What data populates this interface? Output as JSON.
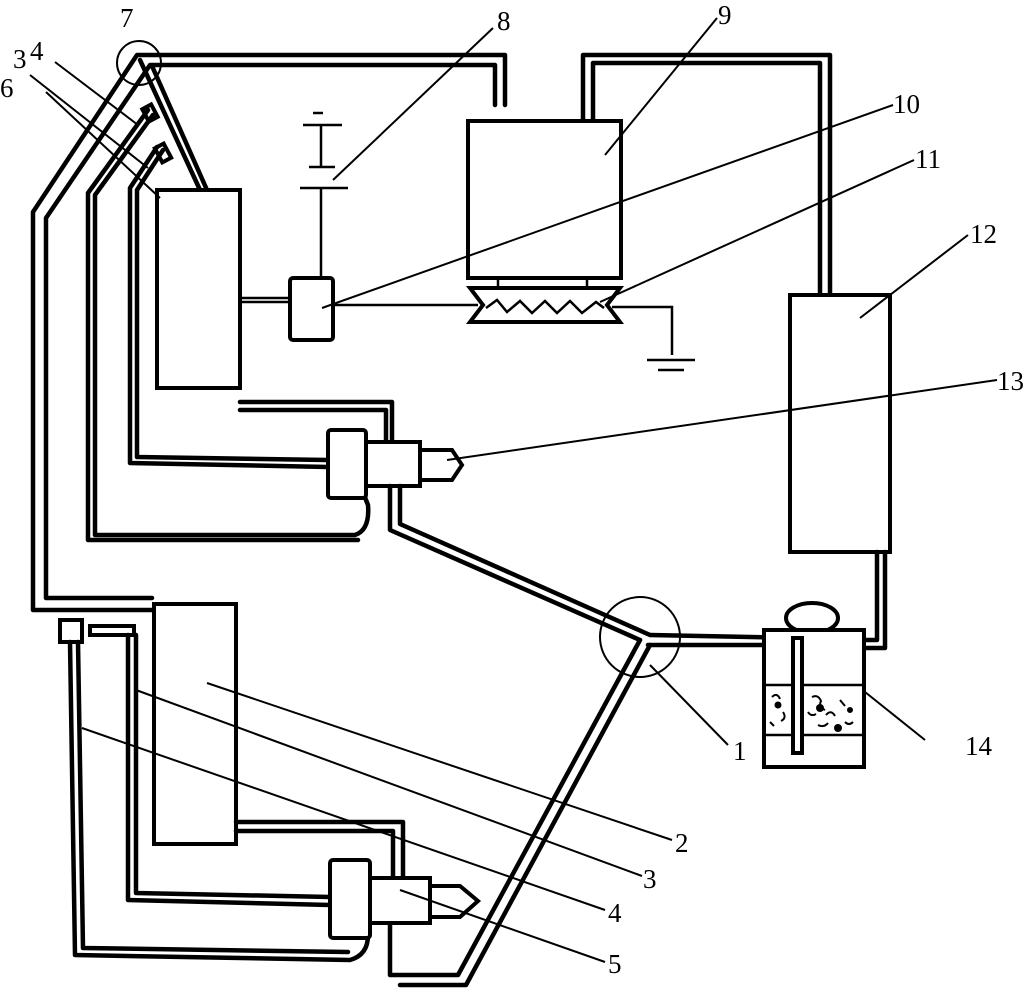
{
  "figure": {
    "type": "schematic line drawing (gas/liquid piping system with components)",
    "ink_color": "#000000",
    "background_color": "#ffffff"
  },
  "labels": [
    {
      "id": "1",
      "text": "1",
      "refers_to": "circled pipe junction (lower)"
    },
    {
      "id": "2",
      "text": "2",
      "refers_to": "lower tall rectangular unit"
    },
    {
      "id": "3",
      "text": "3",
      "refers_to": "pipe line (lower group)"
    },
    {
      "id": "4",
      "text": "4",
      "refers_to": "pipe line (lower group)"
    },
    {
      "id": "5",
      "text": "5",
      "refers_to": "lower nozzle/torch head"
    },
    {
      "id": "3b",
      "text": "3",
      "refers_to": "pipe fitting (upper group)"
    },
    {
      "id": "4b",
      "text": "4",
      "refers_to": "pipe fitting (upper group)"
    },
    {
      "id": "6",
      "text": "6",
      "refers_to": "upper tall rectangular unit"
    },
    {
      "id": "7",
      "text": "7",
      "refers_to": "circled pipe junction (upper)"
    },
    {
      "id": "8",
      "text": "8",
      "refers_to": "battery / power source"
    },
    {
      "id": "9",
      "text": "9",
      "refers_to": "square unit (top center)"
    },
    {
      "id": "10",
      "text": "10",
      "refers_to": "small control box"
    },
    {
      "id": "11",
      "text": "11",
      "refers_to": "heating element / igniter"
    },
    {
      "id": "12",
      "text": "12",
      "refers_to": "tall rectangular unit (right)"
    },
    {
      "id": "13",
      "text": "13",
      "refers_to": "upper nozzle/torch head"
    },
    {
      "id": "14",
      "text": "14",
      "refers_to": "container / bubbler vessel with filling"
    }
  ]
}
